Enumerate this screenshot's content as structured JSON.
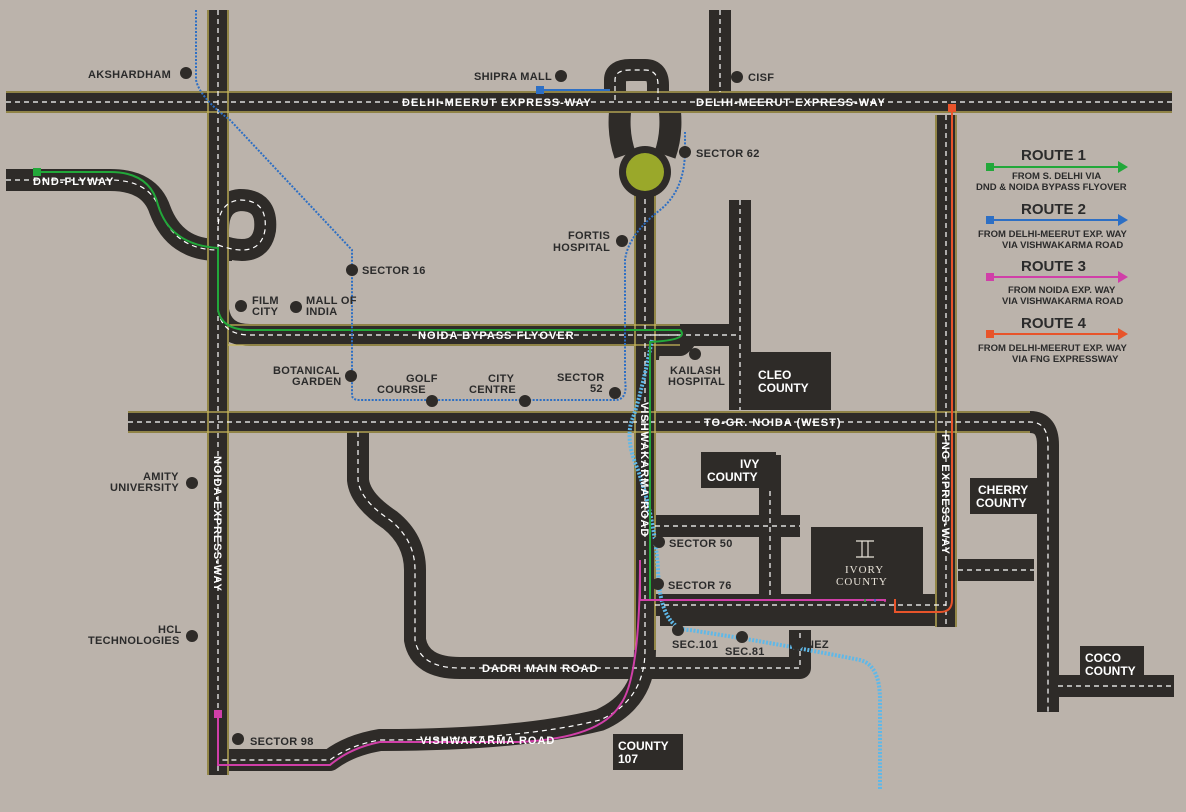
{
  "colors": {
    "background": "#bbb3ab",
    "road": "#2e2b28",
    "road_edge": "#c9b85a",
    "route1": "#22a83a",
    "route2": "#2d6fc4",
    "route3": "#d03fa8",
    "route4": "#e8542a",
    "metro": "#5fb8e8",
    "landmark_dot": "#2e2b28",
    "box": "#2e2b28",
    "roundabout": "#9aa82a"
  },
  "roads": {
    "delhi_meerut_left": "DELHI-MEERUT EXPRESS-WAY",
    "delhi_meerut_right": "DELHI-MEERUT EXPRESS-WAY",
    "dnd": "DND-FLYWAY",
    "noida_bypass": "NOIDA BYPASS FLYOVER",
    "gr_noida": "TO-GR. NOIDA (WEST)",
    "vishwakarma_vertical": "VISHWAKARMA ROAD",
    "fng": "FNG EXPRESS-WAY",
    "noida_expressway": "NOIDA-EXPRESS-WAY",
    "dadri": "DADRI MAIN ROAD",
    "vishwakarma_bottom": "VISHWAKARMA ROAD"
  },
  "landmarks": {
    "akshardham": "AKSHARDHAM",
    "shipra_mall": "SHIPRA MALL",
    "cisf": "CISF",
    "sector62": "SECTOR 62",
    "fortis_1": "FORTIS",
    "fortis_2": "HOSPITAL",
    "sector16": "SECTOR 16",
    "film_1": "FILM",
    "film_2": "CITY",
    "mall_1": "MALL OF",
    "mall_2": "INDIA",
    "botanical_1": "BOTANICAL",
    "botanical_2": "GARDEN",
    "golf_1": "GOLF",
    "golf_2": "COURSE",
    "city_1": "CITY",
    "city_2": "CENTRE",
    "sector52_1": "SECTOR",
    "sector52_2": "52",
    "kailash_1": "KAILASH",
    "kailash_2": "HOSPITAL",
    "amity_1": "AMITY",
    "amity_2": "UNIVERSITY",
    "hcl_1": "HCL",
    "hcl_2": "TECHNOLOGIES",
    "sector50": "SECTOR 50",
    "sector76": "SECTOR 76",
    "sec101": "SEC.101",
    "sec81": "SEC.81",
    "nez": "NEZ",
    "sector98": "SECTOR 98"
  },
  "projects": {
    "cleo_1": "CLEO",
    "cleo_2": "COUNTY",
    "ivy_1": "IVY",
    "ivy_2": "COUNTY",
    "cherry_1": "CHERRY",
    "cherry_2": "COUNTY",
    "coco_1": "COCO",
    "coco_2": "COUNTY",
    "county107_1": "COUNTY",
    "county107_2": "107",
    "ivory_1": "IVORY",
    "ivory_2": "COUNTY"
  },
  "legend": {
    "route1_title": "ROUTE 1",
    "route1_line1": "FROM S. DELHI VIA",
    "route1_line2": "DND & NOIDA BYPASS FLYOVER",
    "route2_title": "ROUTE 2",
    "route2_line1": "FROM DELHI-MEERUT EXP. WAY",
    "route2_line2": "VIA VISHWAKARMA ROAD",
    "route3_title": "ROUTE 3",
    "route3_line1": "FROM NOIDA EXP. WAY",
    "route3_line2": "VIA VISHWAKARMA ROAD",
    "route4_title": "ROUTE 4",
    "route4_line1": "FROM DELHI-MEERUT EXP. WAY",
    "route4_line2": "VIA FNG EXPRESSWAY"
  }
}
